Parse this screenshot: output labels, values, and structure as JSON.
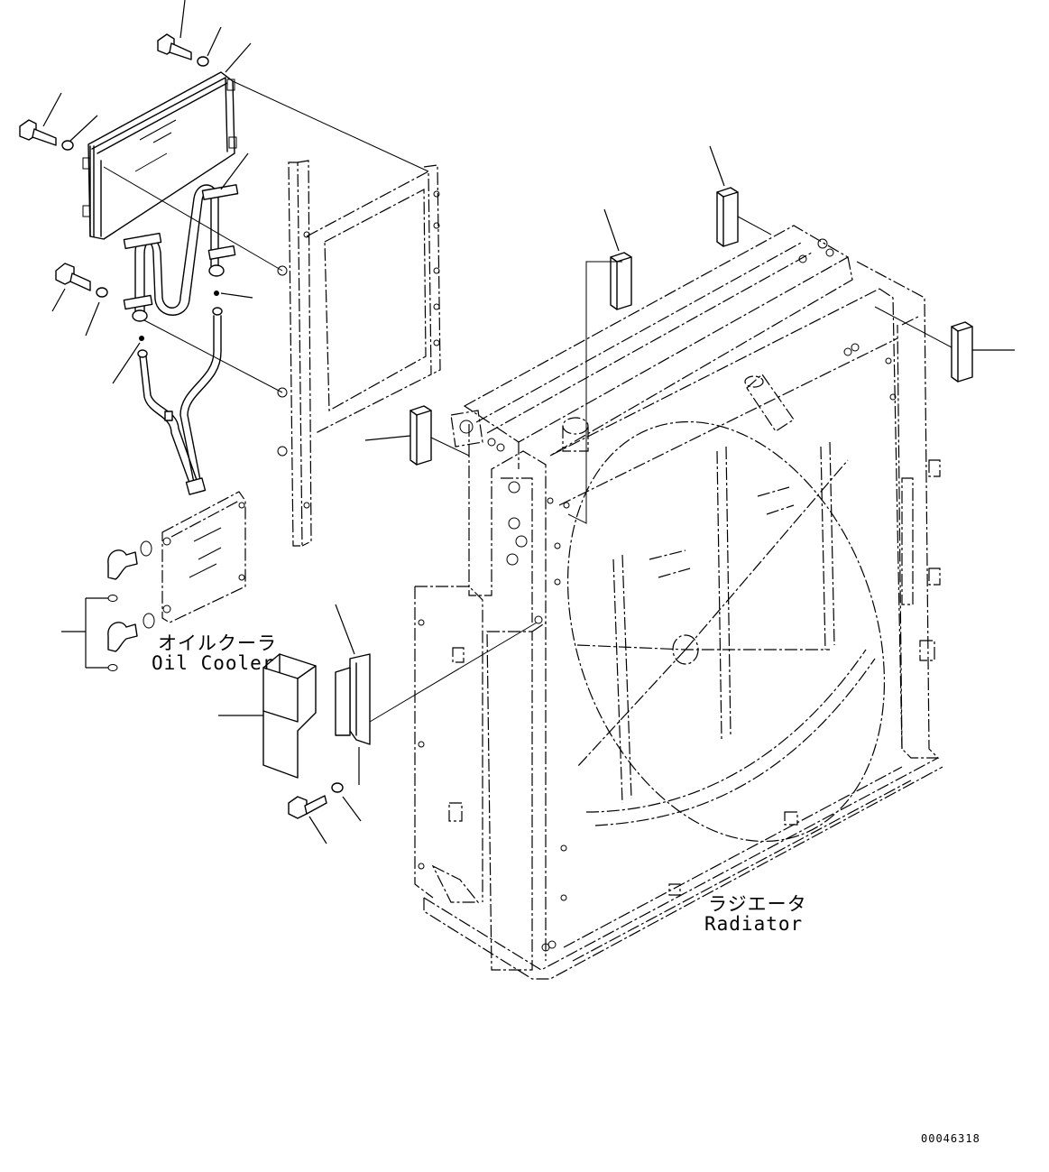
{
  "labels": {
    "oil_cooler_jp": "オイルクーラ",
    "oil_cooler_en": "Oil Cooler",
    "radiator_jp": "ラジエータ",
    "radiator_en": "Radiator"
  },
  "drawing_number": "00046318"
}
